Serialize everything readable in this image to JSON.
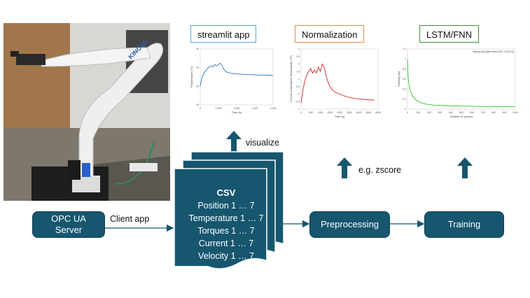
{
  "colors": {
    "node_fill": "#17566f",
    "streamlit_border": "#5aa7d6",
    "normalization_border": "#e8894a",
    "lstm_border": "#3a8a3a",
    "streamlit_line": "#2f6fbf",
    "normalization_line": "#d62728",
    "lstm_line": "#33c433"
  },
  "photo": {
    "robot_brand": "KINOVA"
  },
  "labels": {
    "streamlit": "streamlit app",
    "normalization": "Normalization",
    "lstm": "LSTM/FNN"
  },
  "nodes": {
    "opcua_line1": "OPC UA",
    "opcua_line2": "Server",
    "preprocessing": "Preprocessing",
    "training": "Training"
  },
  "edges": {
    "client_app": "Client app",
    "visualize": "visualize",
    "zscore": "e.g. zscore"
  },
  "csv": {
    "title": "CSV",
    "rows": [
      "Position 1 … 7",
      "Temperature 1 … 7",
      "Torques 1 … 7",
      "Current 1 … 7",
      "Velocity 1 … 7"
    ]
  },
  "chart_data": [
    {
      "type": "line",
      "xlabel": "Time (s)",
      "ylabel": "Temperature (°C)",
      "x_ticks": [
        "0",
        "1,000",
        "2,000",
        "3,000",
        "4,000"
      ],
      "y_ticks": [
        "25",
        "30",
        "35",
        "40"
      ],
      "ylim": [
        25,
        40
      ],
      "xlim": [
        0,
        4000
      ],
      "series": [
        {
          "x": [
            0,
            100,
            200,
            300,
            400,
            500,
            600,
            700,
            800,
            900,
            1000,
            1100,
            1200,
            1300,
            1400,
            1500,
            1700,
            2000,
            2400,
            2800,
            3200,
            3600,
            4000
          ],
          "y": [
            30,
            32.5,
            33.5,
            34.2,
            34.8,
            35.2,
            35.5,
            35.2,
            35.8,
            35.5,
            35.8,
            36.2,
            35.5,
            34.5,
            34.0,
            33.7,
            33.5,
            33.3,
            33.2,
            33.1,
            33.0,
            33.0,
            32.9
          ]
        }
      ]
    },
    {
      "type": "line",
      "xlabel": "Time (s)",
      "ylabel": "Z-Score Normalized Temperature (°C)",
      "x_ticks": [
        "0",
        "500",
        "1000",
        "1500",
        "2000",
        "2500",
        "3000",
        "3500",
        "4000"
      ],
      "y_ticks": [
        "-1",
        "-0.5",
        "0",
        "0.5",
        "1",
        "1.5",
        "2",
        "2.5",
        "3"
      ],
      "ylim": [
        -1,
        3
      ],
      "xlim": [
        0,
        4000
      ],
      "series": [
        {
          "x": [
            0,
            100,
            200,
            300,
            400,
            500,
            600,
            700,
            800,
            900,
            1000,
            1100,
            1200,
            1300,
            1400,
            1500,
            1600,
            1800,
            2000,
            2300,
            2600,
            3000,
            3400,
            3800
          ],
          "y": [
            -0.6,
            0.3,
            0.9,
            1.3,
            1.5,
            1.7,
            1.4,
            1.6,
            1.4,
            1.8,
            1.5,
            2.0,
            1.8,
            1.2,
            0.8,
            0.5,
            0.3,
            0.1,
            0.0,
            -0.15,
            -0.25,
            -0.32,
            -0.37,
            -0.4
          ]
        }
      ]
    },
    {
      "type": "line",
      "xlabel": "Number of epochs",
      "ylabel": "Training loss",
      "legend": [
        "Training loss (Metal Mesh NEK. 0.000 (C))"
      ],
      "x_ticks": [
        "0",
        "100",
        "200",
        "300",
        "400",
        "500",
        "600",
        "700",
        "800",
        "900",
        "1000"
      ],
      "y_ticks": [
        "0",
        "0.2",
        "0.4",
        "0.6",
        "0.8",
        "1",
        "1.2"
      ],
      "ylim": [
        0,
        1.2
      ],
      "xlim": [
        0,
        1000
      ],
      "series": [
        {
          "x": [
            0,
            5,
            10,
            20,
            30,
            50,
            80,
            120,
            170,
            250,
            350,
            500,
            650,
            800,
            1000
          ],
          "y": [
            1.0,
            0.7,
            0.55,
            0.42,
            0.34,
            0.25,
            0.18,
            0.13,
            0.1,
            0.08,
            0.07,
            0.06,
            0.055,
            0.05,
            0.05
          ]
        }
      ]
    }
  ]
}
